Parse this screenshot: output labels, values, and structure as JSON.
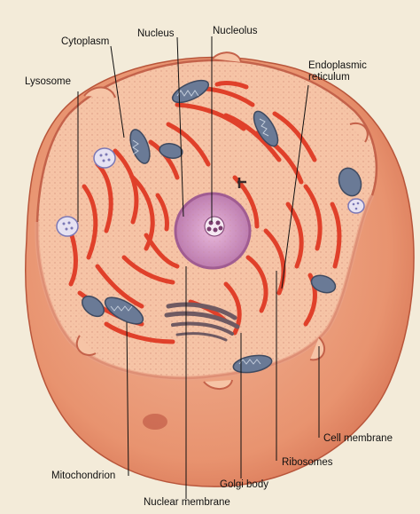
{
  "labels": {
    "cytoplasm": "Cytoplasm",
    "nucleus": "Nucleus",
    "nucleolus": "Nucleolus",
    "endoplasmic_reticulum": [
      "Endoplasmic",
      "reticulum"
    ],
    "lysosome": "Lysosome",
    "cell_membrane": "Cell membrane",
    "ribosomes": "Ribosomes",
    "mitochondrion": "Mitochondrion",
    "golgi_body": "Golgi body",
    "nuclear_membrane": "Nuclear membrane"
  },
  "colors": {
    "page": "#f3ebd9",
    "cell_outer": "#e58a6e",
    "cytoplasm": "#f6c6a9",
    "er": "#e0402a",
    "nucleus": "#c47fb6",
    "mitochondrion": "#5e6f8a",
    "golgi": "#7b6a6f"
  }
}
